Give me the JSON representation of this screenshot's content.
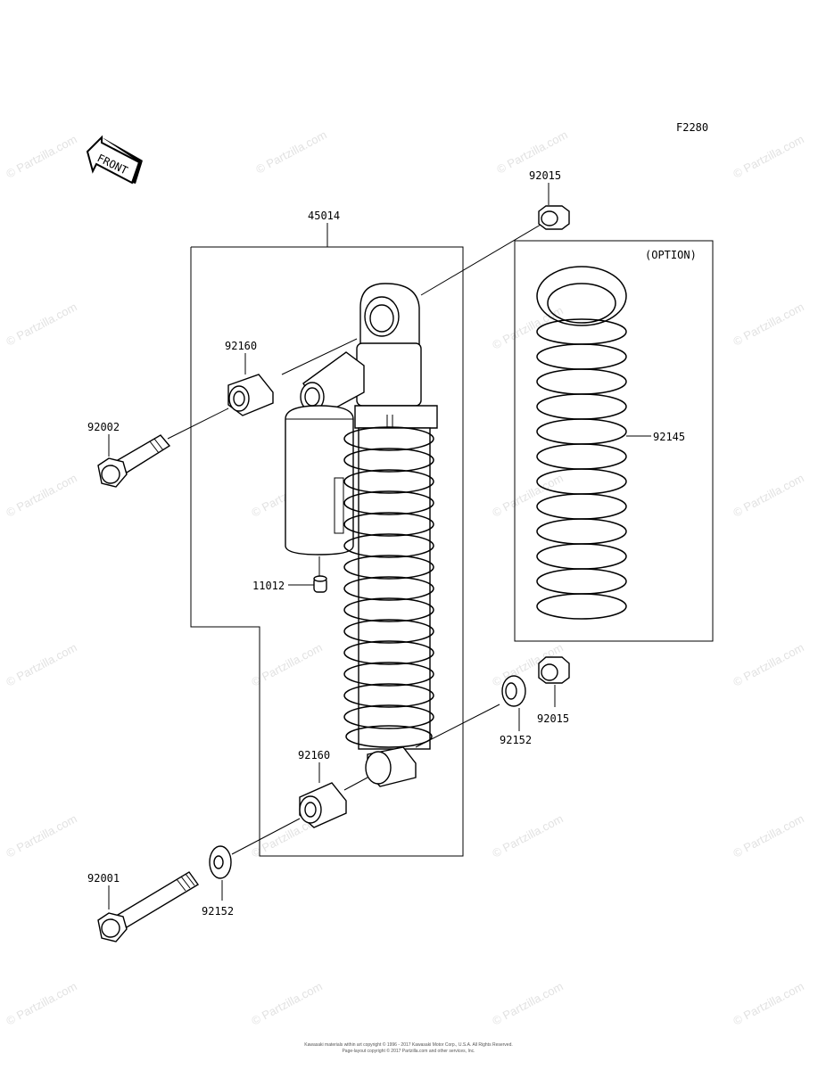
{
  "figure_code": "F2280",
  "front_label": "FRONT",
  "option_label": "(OPTION)",
  "watermark_text": "© Partzilla.com",
  "footer": {
    "line1": "Kawasaki materials within art copyright © 1996 - 2017 Kawasaki Motor Corp., U.S.A. All Rights Reserved.",
    "line2": "Page-layout copyright © 2017 Partzilla.com and other services, Inc."
  },
  "callouts": {
    "shock_assembly": "45014",
    "top_collar": "92015",
    "spring_option": "92145",
    "bushing_upper": "92160",
    "bolt_upper": "92002",
    "cap": "11012",
    "collar_lower": "92015",
    "washer_right": "92152",
    "bushing_lower": "92160",
    "bolt_lower": "92001",
    "washer_lower": "92152"
  }
}
